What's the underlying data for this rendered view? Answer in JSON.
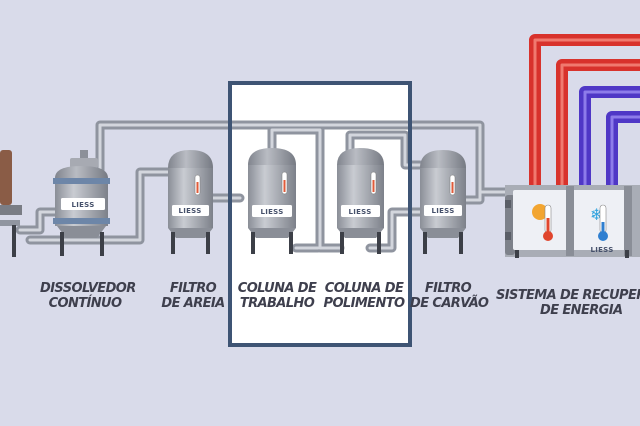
{
  "brand": "LIESS",
  "equipment": [
    {
      "id": "dissolvedor",
      "label_lines": [
        "DISSOLVEDOR",
        "CONTÍNUO"
      ]
    },
    {
      "id": "filtro-areia",
      "label_lines": [
        "FILTRO",
        "DE AREIA"
      ]
    },
    {
      "id": "coluna-trabalho",
      "label_lines": [
        "COLUNA DE",
        "TRABALHO"
      ]
    },
    {
      "id": "coluna-polimento",
      "label_lines": [
        "COLUNA DE",
        "POLIMENTO"
      ]
    },
    {
      "id": "filtro-carvao",
      "label_lines": [
        "FILTRO",
        "DE CARVÃO"
      ]
    },
    {
      "id": "recuperacao",
      "label_lines": [
        "SISTEMA DE RECUPERAÇÃO",
        "DE ENERGIA"
      ]
    }
  ],
  "colors": {
    "background": "#d9dbea",
    "pipe": "#9da2ad",
    "pipe_light": "#cdd1d9",
    "tank": "#9fa3ab",
    "highlight_border": "#3e5474",
    "highlight_fill": "#ffffff",
    "hot_pipe": "#e03a34",
    "cold_pipe": "#5a3ed1",
    "label_text": "#3e3f4d"
  },
  "highlight": {
    "covers": [
      "coluna-trabalho",
      "coluna-polimento"
    ]
  }
}
